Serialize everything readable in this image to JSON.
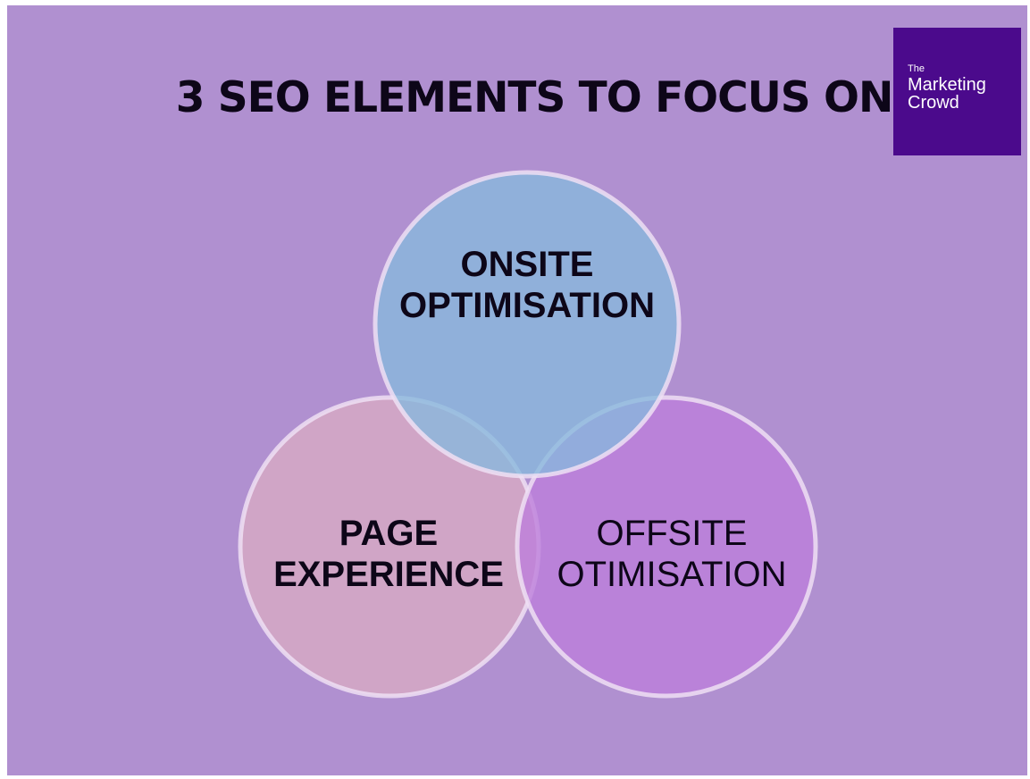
{
  "title": "3 SEO ELEMENTS TO FOCUS ON",
  "logo": {
    "line1": "The",
    "line2": "Marketing",
    "line3": "Crowd",
    "color": "#4b0a8c"
  },
  "circles": [
    {
      "line1": "ONSITE",
      "line2": "OPTIMISATION",
      "color": "#86b8dc"
    },
    {
      "line1": "PAGE",
      "line2": "EXPERIENCE",
      "color": "#d3a7c4"
    },
    {
      "line1": "OFFSITE",
      "line2": "OTIMISATION",
      "color": "#bd7edb"
    }
  ],
  "colors": {
    "background": "#b090d0",
    "circle_border": "#efdff3",
    "text": "#0d0618"
  }
}
